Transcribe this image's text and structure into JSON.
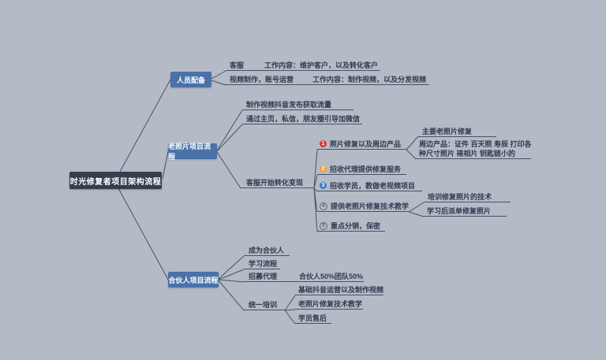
{
  "colors": {
    "background": "#b5bbc6",
    "connector_line": "#475264",
    "root_node_bg": "#343e4e",
    "branch_node_bg": "#4a72a8",
    "text": "#2e3a50",
    "badge_red": "#d63b2f",
    "badge_orange": "#f0a33f",
    "badge_blue": "#3d7cc9",
    "badge_outline": "#5a6578"
  },
  "root": {
    "label": "时光修复者项目架构流程"
  },
  "personnel": {
    "label": "人员配备",
    "rows": [
      {
        "role": "客服",
        "duty": "工作内容：维护客户，以及转化客户"
      },
      {
        "role": "视频制作，账号运营",
        "duty": "工作内容：制作视频，以及分发视频"
      }
    ]
  },
  "old_photo": {
    "label": "老照片项目流程",
    "steps": [
      "制作视频抖音发布获取流量",
      "通过主页，私信，朋友圈引导加微信"
    ],
    "monetize": {
      "label": "客服开始转化变现",
      "items": [
        {
          "num": "1",
          "label": "照片修复以及周边产品"
        },
        {
          "num": "2",
          "label": "招收代理提供修复服务"
        },
        {
          "num": "3",
          "label": "招收学员，教做老视频项目"
        },
        {
          "num": "4",
          "label": "提供老照片修复技术教学"
        },
        {
          "num": "5",
          "label": "重点分销，保密"
        }
      ],
      "item1_children": {
        "main": "主要老照片修复",
        "peripheral_line1": "周边产品：证件 百天照 寿辰 打印各",
        "peripheral_line2": "种尺寸照片 裱相片 钥匙链小的"
      },
      "item4_children": [
        "培训修复照片的技术",
        "学习后派单修复照片"
      ]
    }
  },
  "partner": {
    "label": "合伙人项目流程",
    "rows": {
      "become": "成为合伙人",
      "learn": "学习流程",
      "recruit": "招募代理",
      "recruit_detail": "合伙人50%团队50%",
      "training": "统一培训"
    },
    "training_children": [
      "基础抖音运营以及制作视频",
      "老照片修复技术教学",
      "学员售后"
    ]
  }
}
